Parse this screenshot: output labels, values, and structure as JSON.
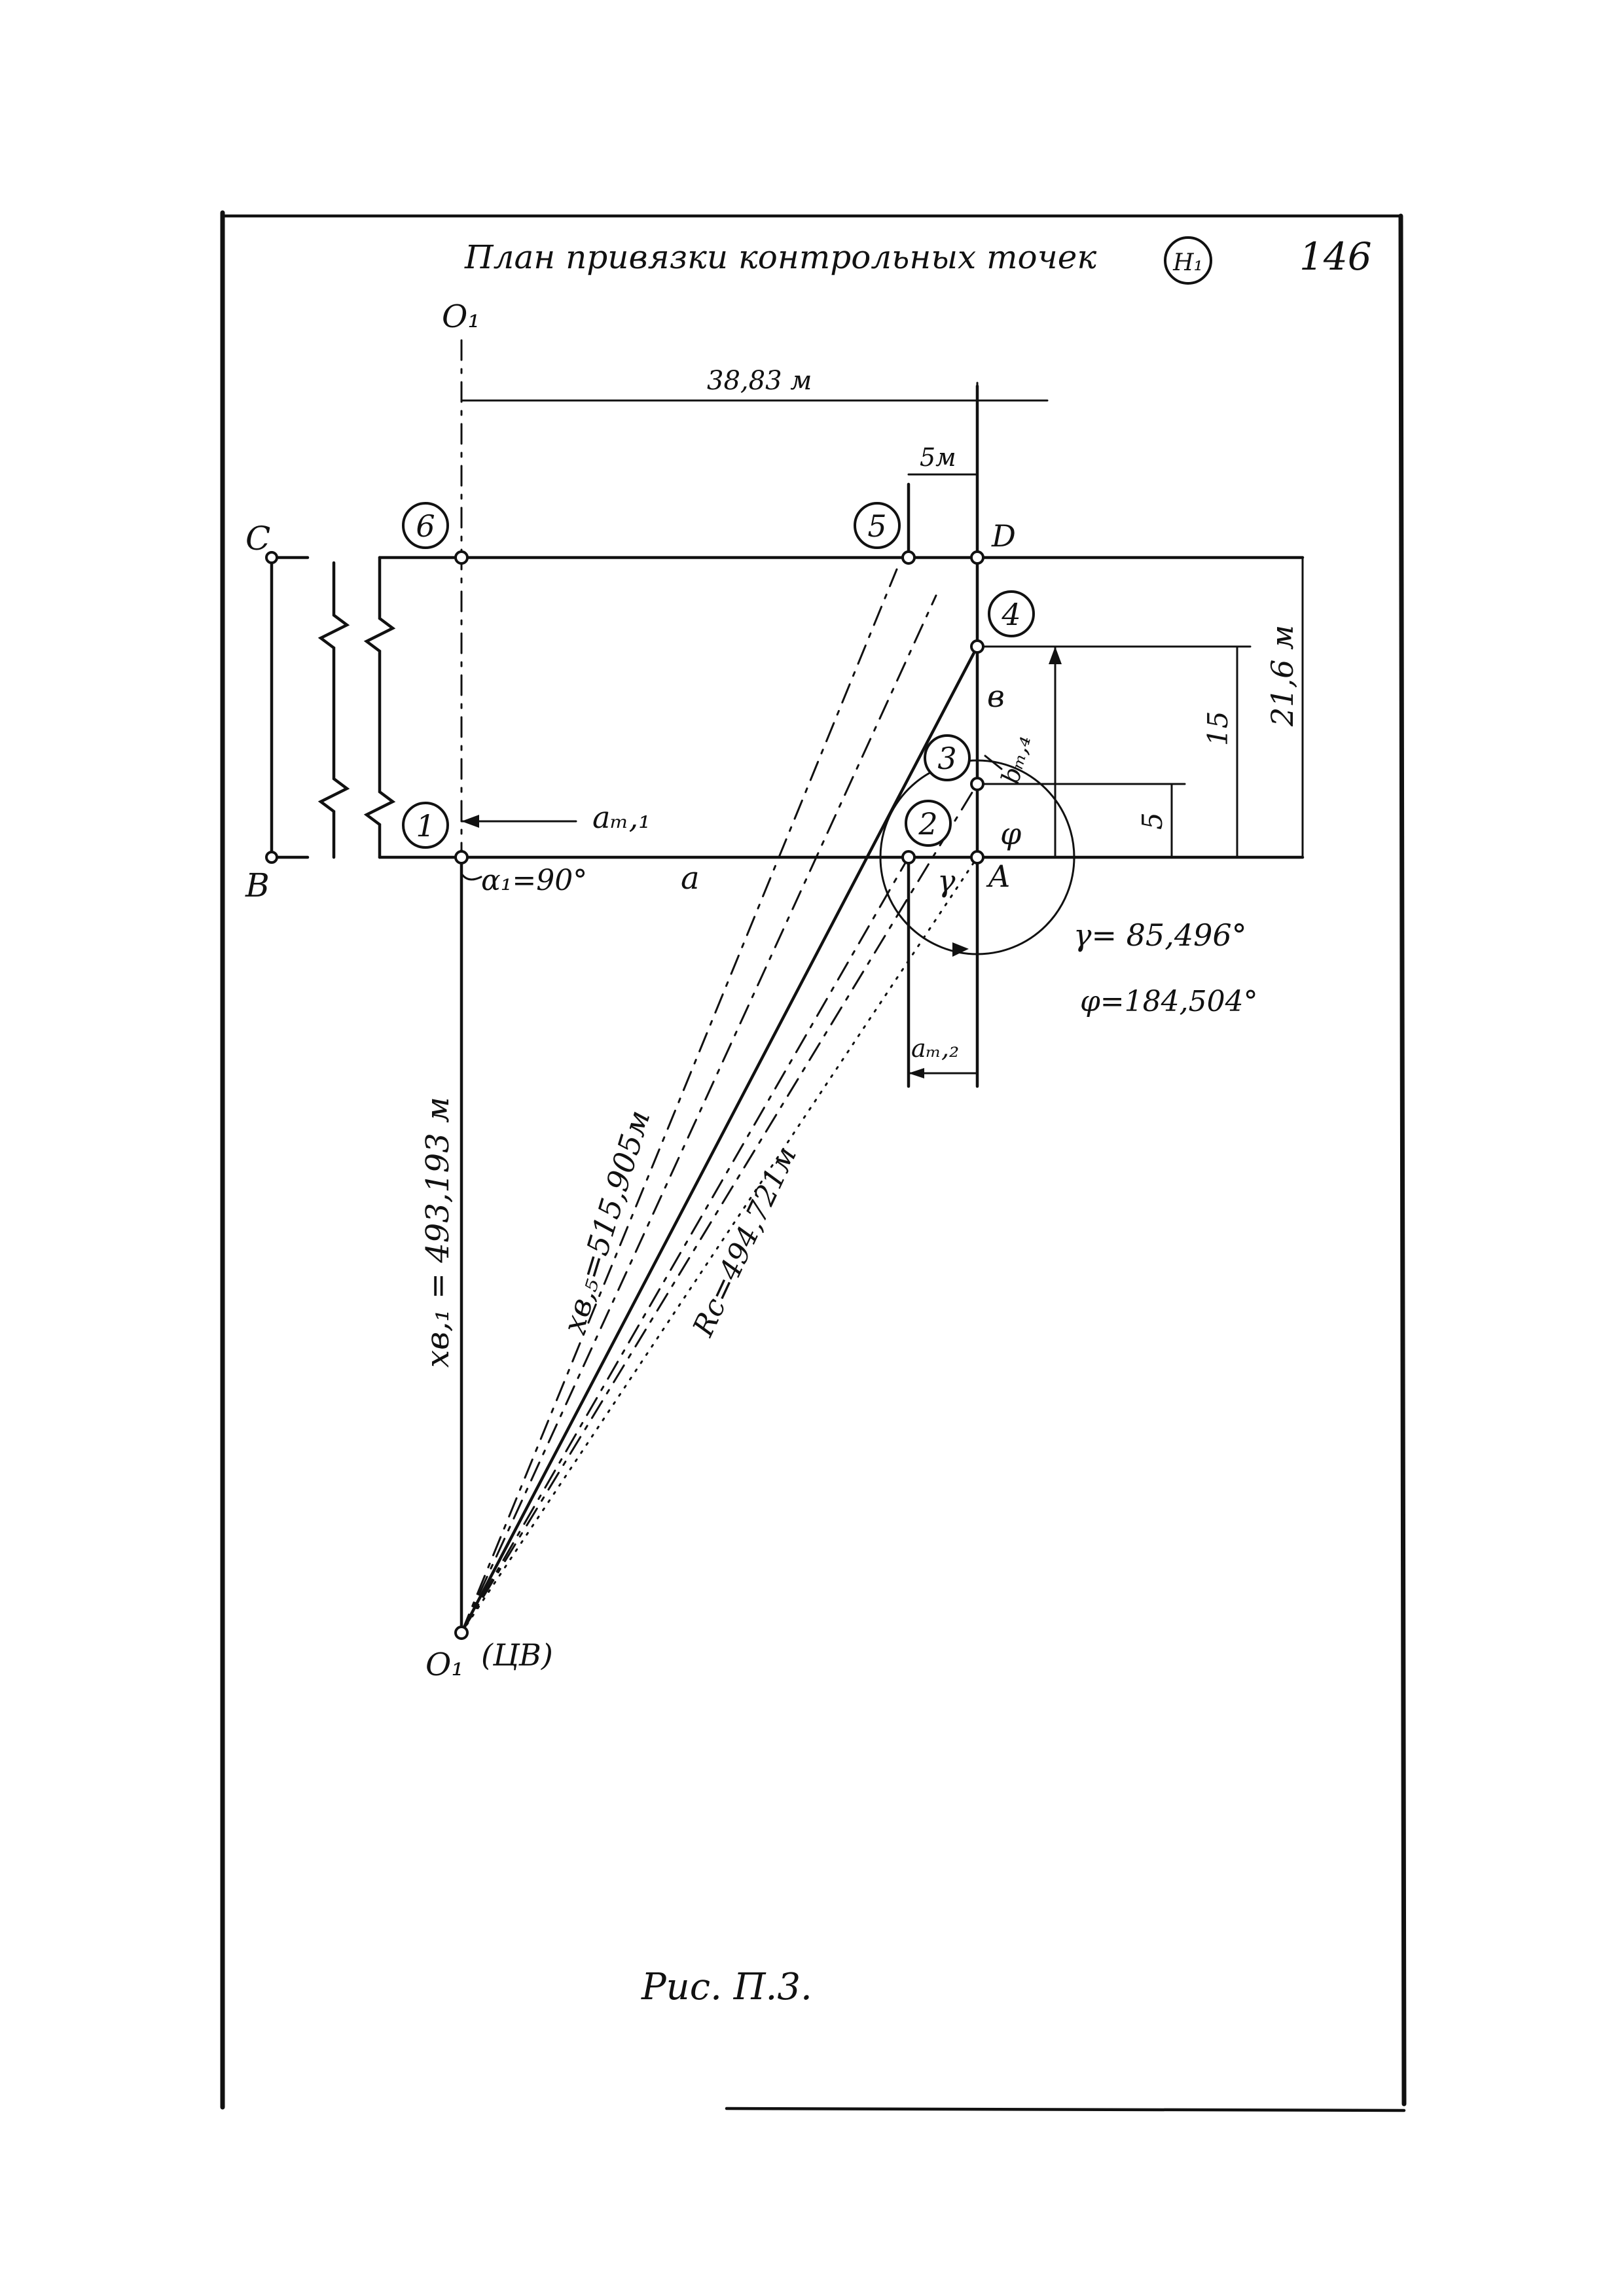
{
  "header": {
    "title": "План привязки контрольных точек",
    "title_tag": "Н₁",
    "page_number": "146"
  },
  "axis_labels": {
    "o1_top": "O₁",
    "o1_bottom": "O₁",
    "o1_bottom_note": "(ЦВ)"
  },
  "corner_labels": {
    "c": "C",
    "b": "B",
    "d": "D",
    "a": "A"
  },
  "point_markers": {
    "p1": "1",
    "p2": "2",
    "p3": "3",
    "p4": "4",
    "p5": "5",
    "p6": "6"
  },
  "dimensions": {
    "width": "38,83 м",
    "offset_5": "5м",
    "height_total": "21,6 м",
    "height_15": "15",
    "height_5": "5"
  },
  "symbols": {
    "a_m1": "aₘ,₁",
    "a_m2": "aₘ,₂",
    "b_m4": "bₘ,₄",
    "a": "a",
    "b": "в",
    "alpha1": "α₁=90°",
    "phi": "φ",
    "gamma": "γ"
  },
  "values": {
    "gamma_value": "γ= 85,496°",
    "phi_value": "φ=184,504°",
    "x_b1": "𝑥в,₁ = 493,193 м",
    "x_b5": "𝑥в,₅=515,905м",
    "rc": "Rc=494,721м"
  },
  "caption": "Рис. П.3."
}
